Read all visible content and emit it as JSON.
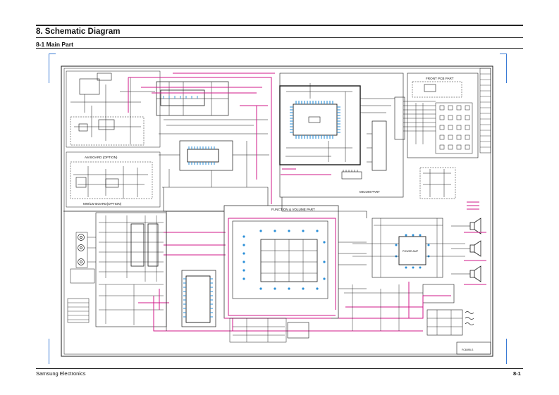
{
  "header": {
    "section_title": "8. Schematic Diagram",
    "subsection_title": "8-1 Main Part"
  },
  "footer": {
    "company": "Samsung Electronics",
    "page_number": "8-1"
  },
  "schematic": {
    "labels": {
      "front_pcb": "FRONT PCB PART",
      "am_board": "AM BOARD (OPTION)",
      "mw_lw_board": "MW/LW BOARD(OPTION)",
      "micom": "MICOM PART",
      "function_volume": "FUNCTION & VOLUME PART",
      "power_amp": "POWER AMP",
      "model_code": "FC6595-S"
    },
    "colors": {
      "wire": "#1a1a1a",
      "signal": "#d0198a",
      "pins": "#2a8fd8",
      "crop_marks": "#3a7bd5"
    }
  }
}
